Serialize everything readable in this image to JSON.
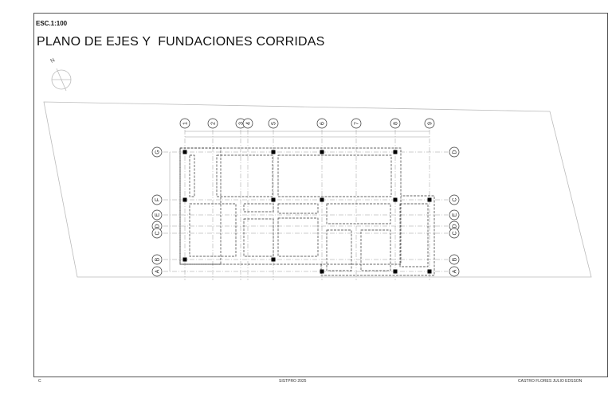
{
  "drawing": {
    "scale_label": "ESC.1:100",
    "title": "PLANO DE EJES Y  FUNDACIONES CORRIDAS",
    "north_label": "N",
    "column_axes": [
      "1",
      "2",
      "3",
      "4",
      "5",
      "6",
      "7",
      "8",
      "9"
    ],
    "row_axes_left": [
      "G",
      "F",
      "E",
      "D",
      "C",
      "B",
      "A"
    ],
    "row_axes_right": [
      "D",
      "C",
      "E",
      "D",
      "C",
      "B",
      "A"
    ]
  },
  "footer": {
    "left": "C",
    "center": "SISTPRO 2025",
    "right": "CASTRO FLORES JULIO EDSSON"
  },
  "colors": {
    "line": "#333333",
    "light_line": "#aaaaaa",
    "column": "#000000"
  }
}
